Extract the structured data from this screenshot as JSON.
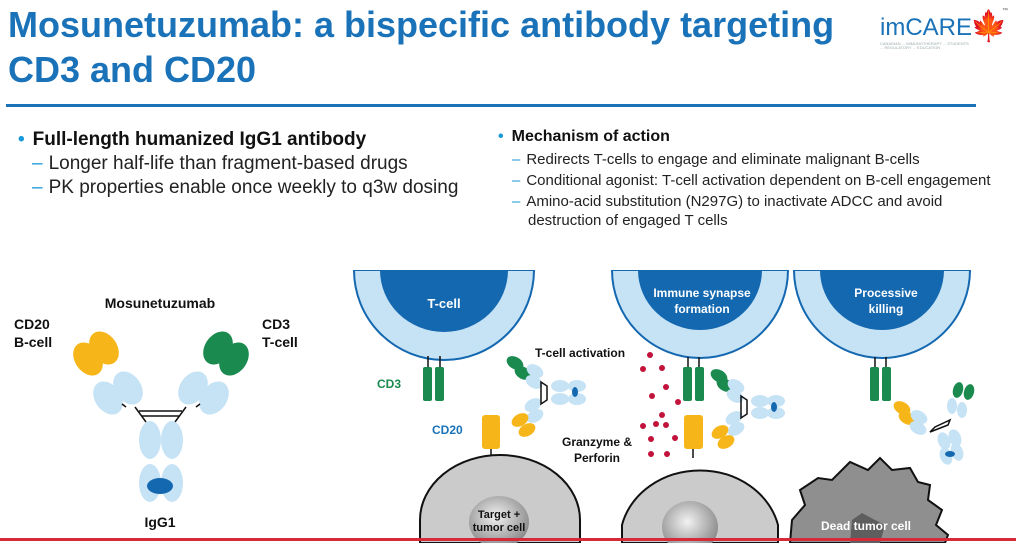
{
  "slide": {
    "title": "Mosunetuzumab: a bispecific antibody targeting CD3 and CD20",
    "logo": {
      "text": "imCARE",
      "subtext": "CANADIAN ... IMMUNOTHERAPY ... STUDENTS ... REGULATORY ... EDUCATION",
      "icon": "maple-leaf-icon",
      "trademark": "™"
    },
    "left_column": {
      "bullet": "Full-length humanized IgG1 antibody",
      "subitems": [
        "Longer half-life than fragment-based drugs",
        "PK properties enable once weekly to q3w dosing"
      ]
    },
    "right_column": {
      "bullet": "Mechanism of action",
      "subitems": [
        "Redirects T-cells to engage and eliminate malignant B-cells",
        "Conditional agonist: T-cell activation dependent on B-cell engagement",
        "Amino-acid substitution (N297G) to inactivate ADCC and avoid destruction of engaged T cells"
      ]
    },
    "antibody_diagram": {
      "name": "Mosunetuzumab",
      "left_target_line1": "CD20",
      "left_target_line2": "B-cell",
      "right_target_line1": "CD3",
      "right_target_line2": "T-cell",
      "isotype": "IgG1"
    },
    "mechanism_diagram": {
      "panel1_cell": "T-cell",
      "panel2_cell_line1": "Immune synapse",
      "panel2_cell_line2": "formation",
      "panel3_cell_line1": "Processive",
      "panel3_cell_line2": "killing",
      "cd3_label": "CD3",
      "cd20_label": "CD20",
      "activation_label": "T-cell activation",
      "granzyme_line1": "Granzyme &",
      "granzyme_line2": "Perforin",
      "target_line1": "Target +",
      "target_line2": "tumor cell",
      "dead_cell": "Dead tumor cell"
    },
    "colors": {
      "title_blue": "#1a72b8",
      "bullet_blue": "#1a9ad6",
      "cd20_yellow": "#f6b619",
      "cd3_green": "#1a8a4f",
      "light_blue": "#c6e2f5",
      "dark_blue": "#1468b0",
      "granzyme_red": "#c2133a",
      "footer_red": "#d62a3a"
    }
  }
}
